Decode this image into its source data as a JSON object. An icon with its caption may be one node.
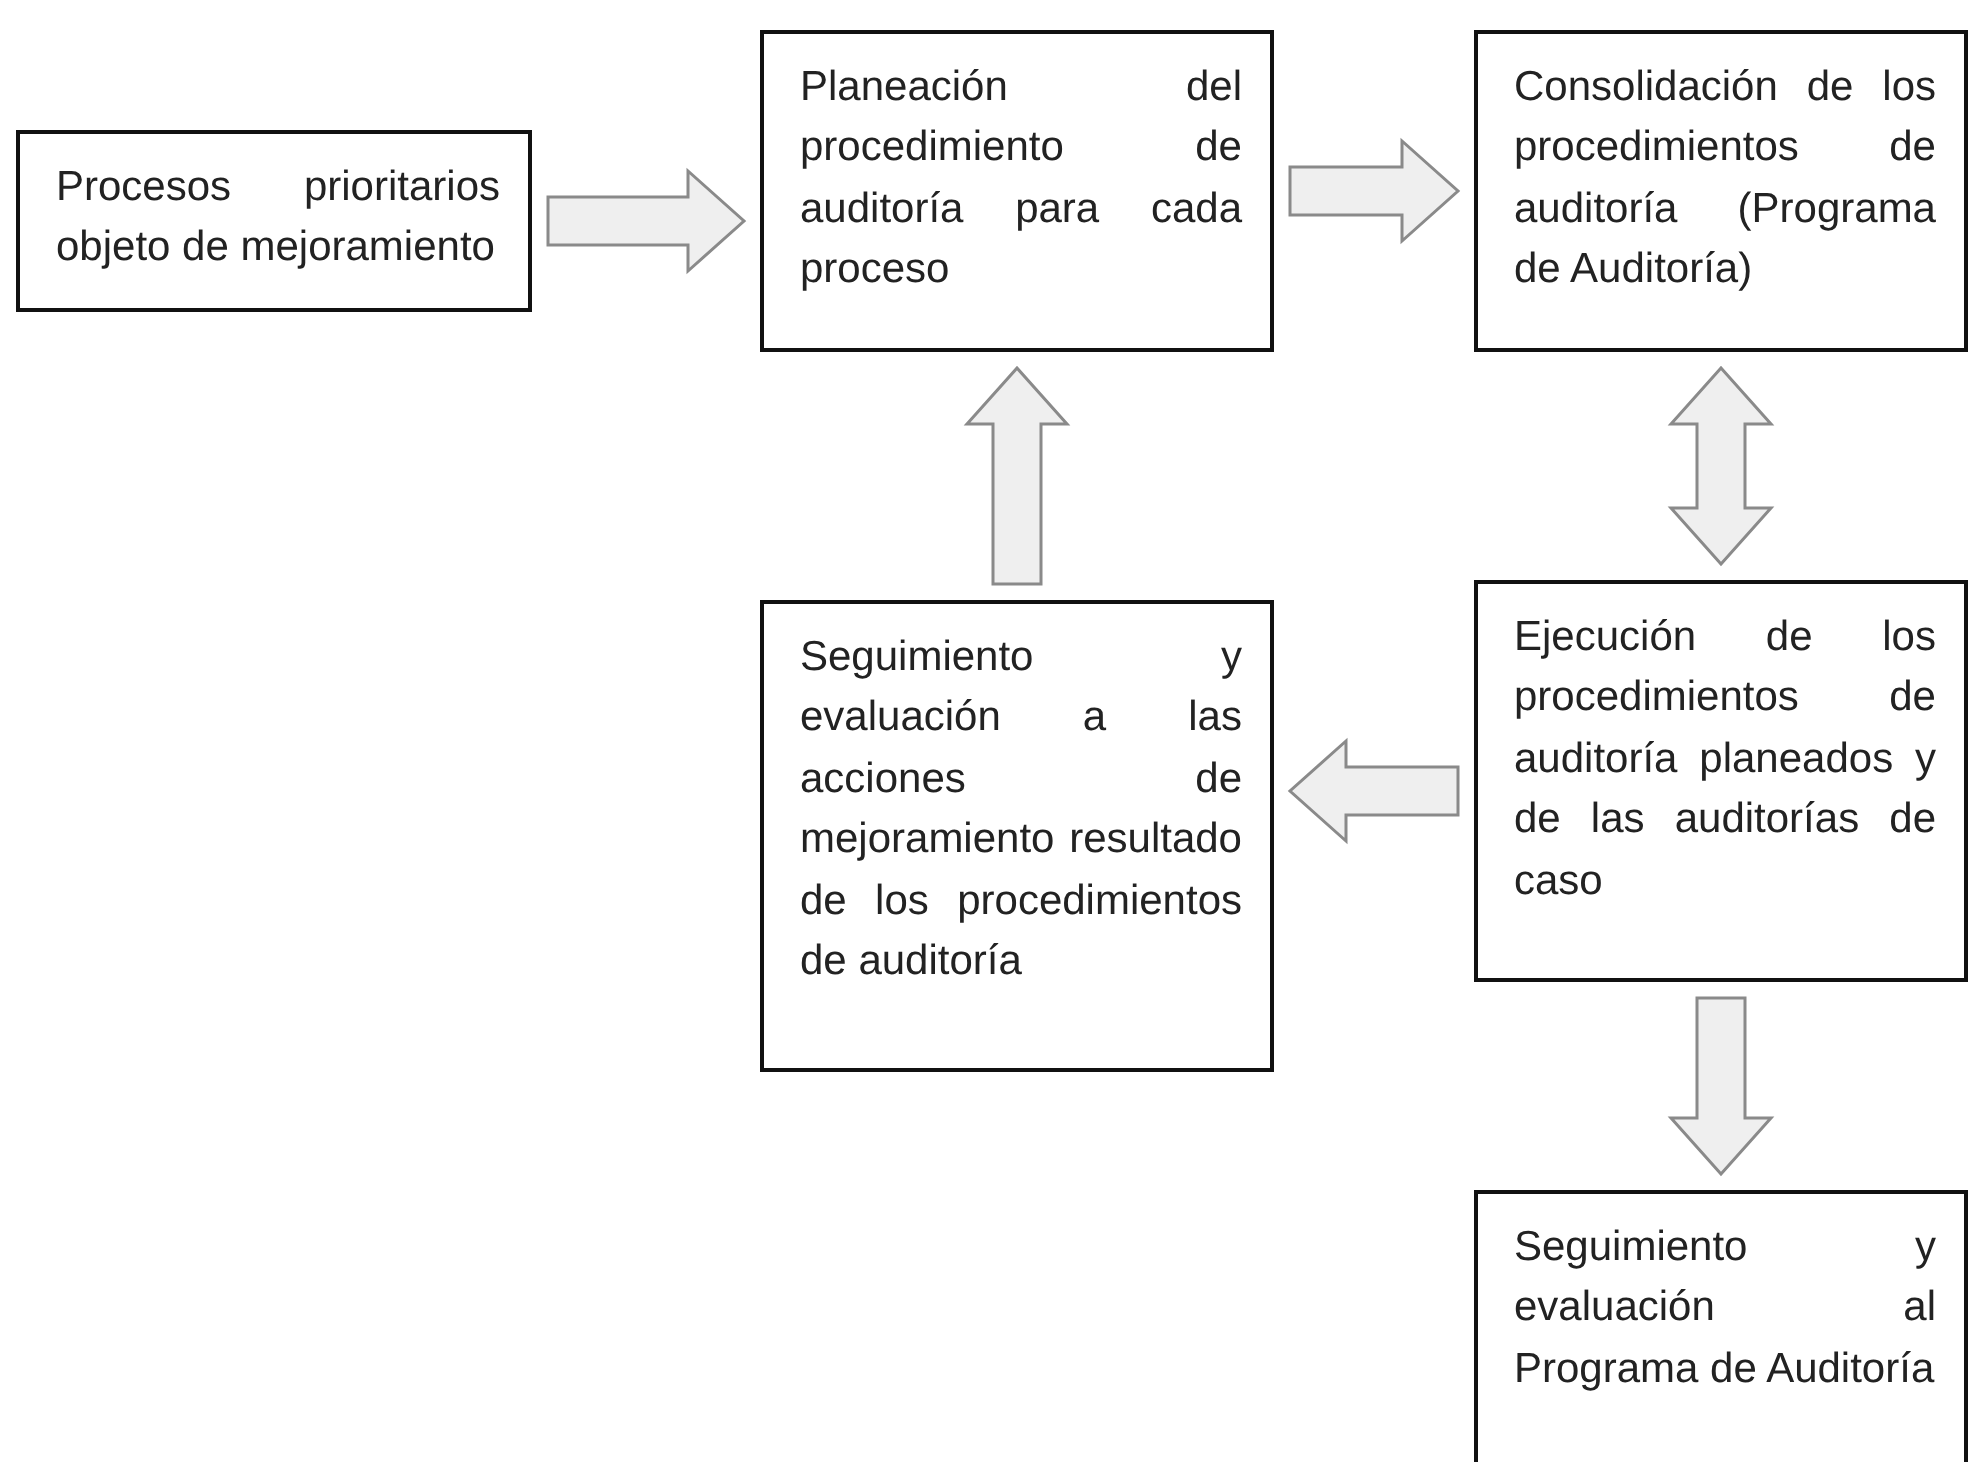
{
  "diagram": {
    "nodes": [
      {
        "text": [
          "Procesos prioritarios objeto de mejoramiento"
        ]
      },
      {
        "text": [
          "Planeación del procedimiento de auditoría para cada proceso"
        ]
      },
      {
        "text": [
          "Consolidación de los procedimientos de auditoría (Programa de Auditoría)"
        ]
      },
      {
        "text": [
          "Seguimiento y evaluación a las acciones de mejoramiento resultado de los procedimientos de auditoría"
        ]
      },
      {
        "text": [
          "Ejecución de los procedimientos de auditoría planeados y de las auditorías de caso"
        ]
      },
      {
        "text": [
          "Seguimiento y evaluación al Programa de Auditoría"
        ]
      }
    ],
    "edges": [
      {
        "from": 0,
        "to": 1,
        "arrow": "to"
      },
      {
        "from": 1,
        "to": 2,
        "arrow": "to"
      },
      {
        "from": 2,
        "to": 4,
        "arrow": "both"
      },
      {
        "from": 4,
        "to": 3,
        "arrow": "to"
      },
      {
        "from": 3,
        "to": 1,
        "arrow": "to"
      },
      {
        "from": 4,
        "to": 5,
        "arrow": "to"
      }
    ]
  }
}
